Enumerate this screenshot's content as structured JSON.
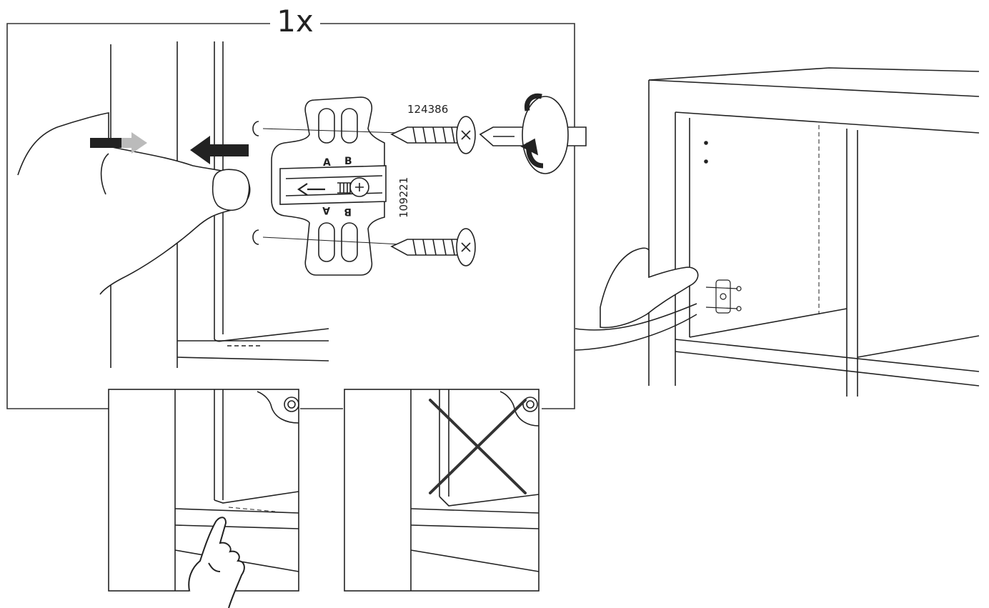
{
  "quantity_label": "1x",
  "screw_top_part_number": "124386",
  "screw_side_part_number": "109221",
  "hinge_plate_letters": [
    "A",
    "B",
    "A",
    "B"
  ],
  "panels": {
    "correct": {
      "symbol": "pointing-hand"
    },
    "incorrect": {
      "symbol": "cross-mark"
    }
  }
}
